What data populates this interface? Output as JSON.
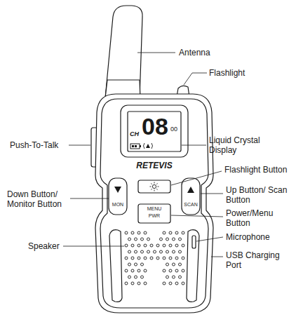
{
  "diagram": {
    "labels": [
      "Antenna",
      "Flashlight",
      "Push-To-Talk",
      "08",
      "00",
      "CH",
      "Liquid Crystal Display",
      "RETEVIS",
      "Flashlight Button",
      "Down Button/ Monitor Button",
      "MON",
      "Up Button/ Scan Button",
      "SCAN",
      "MENU",
      "PWR",
      "Power/Menu Button",
      "Microphone",
      "Speaker",
      "USB Charging Port"
    ]
  }
}
